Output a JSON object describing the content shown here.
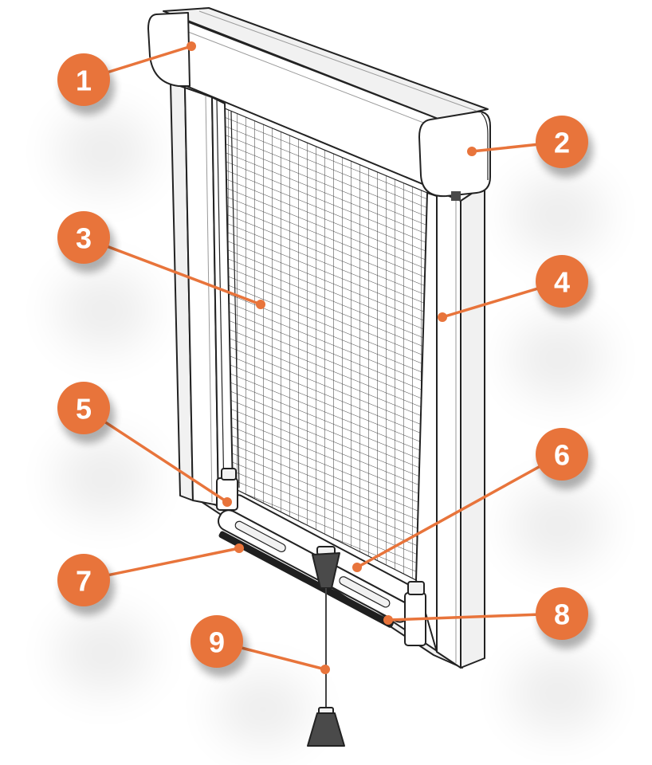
{
  "callouts": [
    "1",
    "2",
    "3",
    "4",
    "5",
    "6",
    "7",
    "8",
    "9"
  ],
  "colors": {
    "accent": "#E8743B",
    "outline": "#222222",
    "label_text": "#FFFFFF",
    "background": "#FFFFFF"
  }
}
